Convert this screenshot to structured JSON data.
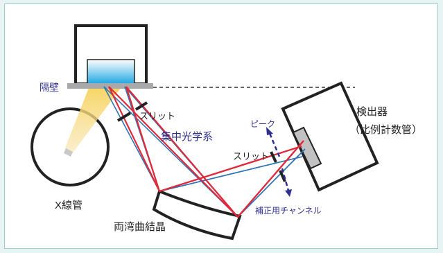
{
  "labels": {
    "partition_wall": "隔壁",
    "slit_upper": "スリット",
    "focusing_optics": "集中光学系",
    "detector_line1": "検出器",
    "detector_line2": "（比例計数管）",
    "peak": "ピーク",
    "slit_lower": "スリット",
    "xray_tube": "X線管",
    "correction_channel": "補正用チャンネル",
    "crystal": "両湾曲結晶"
  },
  "colors": {
    "background": "#e8f4f3",
    "frame_border": "#9ccfcb",
    "panel": "#ffffff",
    "outline": "#222222",
    "red_ray": "#e02a3a",
    "blue_ray": "#2f74b5",
    "navy_text": "#2e2f8f",
    "wall_gray": "#a9a9a9",
    "beam_yellow": "#f4cf5a",
    "sample_blue": "#29b1e6",
    "detector_window": "#c2c2c2",
    "dashed_line": "#333333"
  }
}
